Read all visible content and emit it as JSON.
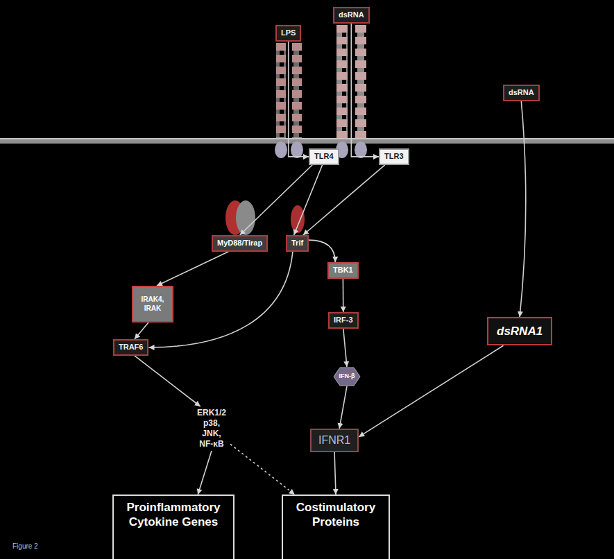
{
  "diagram": {
    "nodes": [
      {
        "text": [
          "LPS"
        ]
      },
      {
        "text": [
          "dsRNA"
        ]
      },
      {
        "text": [
          "TLR4"
        ]
      },
      {
        "text": [
          "TLR3"
        ]
      },
      {
        "text": [
          "dsRNA"
        ]
      },
      {
        "text": [
          "MyD88/Tirap"
        ]
      },
      {
        "text": [
          "Trif"
        ]
      },
      {
        "text": [
          "TBK1"
        ]
      },
      {
        "text": [
          "IRAK4, IRAK"
        ]
      },
      {
        "text": [
          "IRF-3"
        ]
      },
      {
        "text": [
          "dsRNA1"
        ]
      },
      {
        "text": [
          "TRAF6"
        ]
      },
      {
        "text": [
          "IFN-β"
        ]
      },
      {
        "text": [
          "ERK1/2 p38, JNK, NF-κB"
        ]
      },
      {
        "text": [
          "IFNR1"
        ]
      },
      {
        "text": [
          "Proinflammatory Cytokine Genes"
        ]
      },
      {
        "text": [
          "Costimulatory Proteins"
        ]
      }
    ],
    "edges": [
      {
        "from": 0,
        "to": 2,
        "arrow": "to"
      },
      {
        "from": 1,
        "to": 3,
        "arrow": "to"
      },
      {
        "from": 2,
        "to": 5,
        "arrow": "to"
      },
      {
        "from": 2,
        "to": 6,
        "arrow": "to"
      },
      {
        "from": 3,
        "to": 6,
        "arrow": "to"
      },
      {
        "from": 6,
        "to": 7,
        "arrow": "to"
      },
      {
        "from": 7,
        "to": 9,
        "arrow": "to"
      },
      {
        "from": 6,
        "to": 11,
        "arrow": "to"
      },
      {
        "from": 5,
        "to": 8,
        "arrow": "to"
      },
      {
        "from": 8,
        "to": 11,
        "arrow": "to"
      },
      {
        "from": 11,
        "to": 13,
        "arrow": "to"
      },
      {
        "from": 9,
        "to": 12,
        "arrow": "to"
      },
      {
        "from": 4,
        "to": 10,
        "arrow": "to"
      },
      {
        "from": 12,
        "to": 14,
        "arrow": "to"
      },
      {
        "from": 10,
        "to": 14,
        "arrow": "to"
      },
      {
        "from": 13,
        "to": 15,
        "arrow": "to"
      },
      {
        "from": 13,
        "to": 16,
        "arrow": "to"
      },
      {
        "from": 14,
        "to": 16,
        "arrow": "to"
      }
    ],
    "labels": [
      "Figure 2"
    ]
  }
}
